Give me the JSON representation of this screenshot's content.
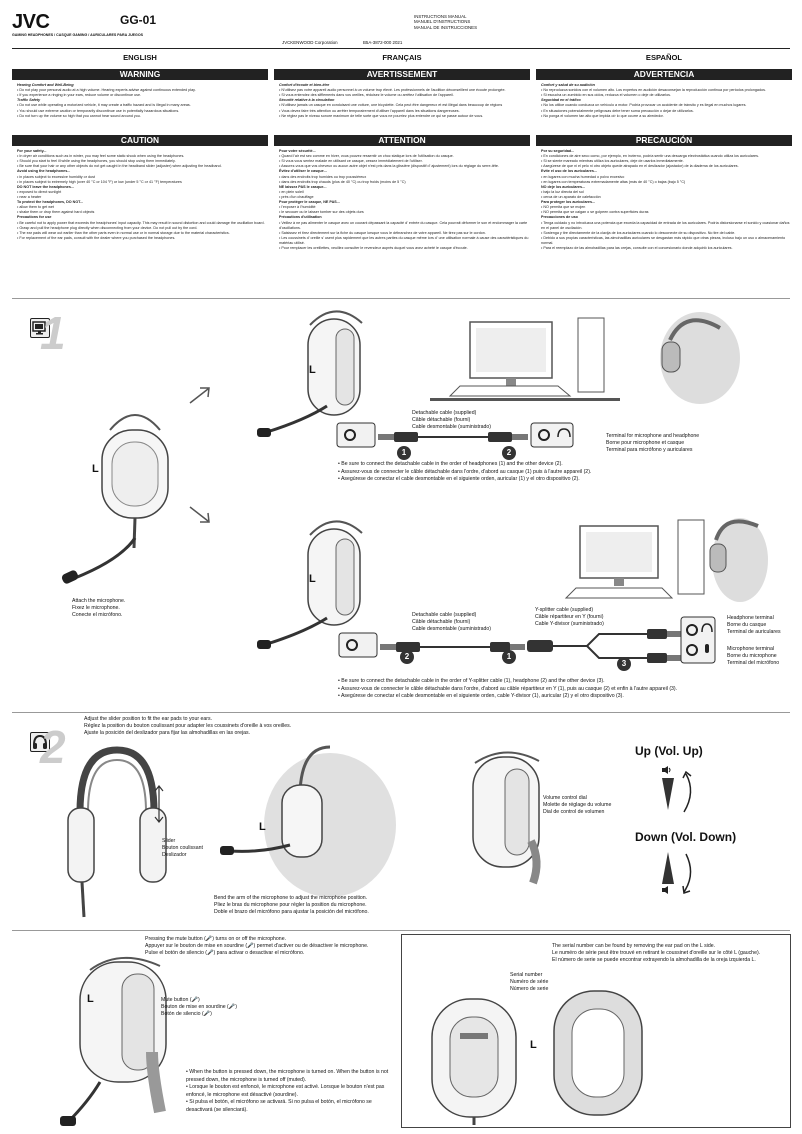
{
  "header": {
    "brand": "JVC",
    "brand_sub": "GAMING HEADPHONES / CASQUE GAMING / AURICULARES PARA JUEGOS",
    "model": "GG-01",
    "manual_lines": [
      "INSTRUCTIONS MANUAL",
      "MANUEL D'INSTRUCTIONS",
      "MANUAL DE INSTRUCCIONES"
    ],
    "corporation": "JVCKENWOOD Corporation",
    "doc_code": "B5A-3872-000 2021"
  },
  "english": {
    "lang": "ENGLISH",
    "warning": "WARNING",
    "caution": "CAUTION",
    "w1_h": "Hearing Comfort and Well-Being",
    "w1": "• Do not play your personal audio at a high volume. Hearing experts advise against continuous extended play.\n• If you experience a ringing in your ears, reduce volume or discontinue use.",
    "w2_h": "Traffic Safety",
    "w2": "• Do not use while operating a motorized vehicle, it may create a traffic hazard and is illegal in many areas.\n• You should use extreme caution or temporarily discontinue use in potentially hazardous situations.\n• Do not turn up the volume so high that you cannot hear sound around you.",
    "c_safety_h": "For your safety...",
    "c_safety": "• In dryer air conditions such as in winter, you may feel some static shock when using the headphones.\n• Should you start to feel ill while using the headphones, you should stop using them immediately.\n• Be sure that your hair or any other objects do not get caught in the headband slider (adjuster) when adjusting the headband.",
    "c_avoid_h": "Avoid using the headphones...",
    "c_avoid": "• in places subject to excessive humidity or dust\n• in places subject to extremely high (over 40 °C or 104 °F) or low (under 5 °C or 41 °F) temperatures",
    "c_leave_h": "DO NOT leave the headphones...",
    "c_leave": "• exposed to direct sunlight\n• near a heater",
    "c_protect_h": "To protect the headphones, DO NOT...",
    "c_protect": "• allow them to get wet\n• shake them or drop them against hard objects",
    "c_prec_h": "Precautions for use",
    "c_prec": "• Be careful not to apply power that exceeds the headphones' input capacity. This may result in sound distortion and could damage the oscillation board.\n• Grasp and pull the headphone plug directly when disconnecting from your device. Do not pull out by the cord.\n• The ear pads will wear out earlier than the other parts even in normal use or in normal storage due to the material characteristics.\n• For replacement of the ear pads, consult with the dealer where you purchased the headphones."
  },
  "french": {
    "lang": "FRANÇAIS",
    "warning": "AVERTISSEMENT",
    "caution": "ATTENTION",
    "w1_h": "Confort d'écoute et bien-être",
    "w1": "• N'utilisez pas votre appareil audio personnel à un volume trop élevé. Les professionnels de l'audition déconseillent une écoute prolongée.\n• Si vous entendez des sifflements dans vos oreilles, réduisez le volume ou arrêtez l'utilisation de l'appareil.",
    "w2_h": "Sécurité relative à la circulation",
    "w2": "• N'utilisez jamais un casque en conduisant une voiture, une bicyclette. Cela peut être dangereux et est illégal dans beaucoup de régions\n• Vous devez faire très attention ou arrêter temporairement d'utiliser l'appareil dans les situations dangereuses.\n• Ne réglez pas le niveau sonore maximum de telle sorte que vous ne pourriez plus entendre ce qui se passe autour de vous.",
    "c_safety_h": "Pour votre sécurité...",
    "c_safety": "• Quand l'air est sec comme en hiver, vous pouvez ressentir un choc statique lors de l'utilisation du casque.\n• Si vous vous sentez malade en utilisant ce casque, cessez immédiatement de l'utiliser.\n• Assurez-vous que vos cheveux ou aucun autre objet n'est pris dans la glissière (dispositif d' ajustement) lors du réglage du serre-tête.",
    "c_avoid_h": "Évitez d'utiliser le casque...",
    "c_avoid": "• dans des endroits trop humides ou trop poussiéreux\n• dans des endroits trop chauds (plus de 40 °C) ou trop froids (moins de 5 °C)",
    "c_leave_h": "NE laissez PAS le casque...",
    "c_leave": "• en plein soleil\n• près d'un chauffage",
    "c_protect_h": "Pour protéger le casque, NE PAS...",
    "c_protect": "• l'exposer à l'humidité\n• le secouer ou le laisser tomber sur des objets durs",
    "c_prec_h": "Précautions d'utilisation",
    "c_prec": "• Veillez à ne pas alimenter le casque avec un courant dépassant la capacité d' entrée du casque. Cela pourrait déformer le son et endommager la carte d'oscillations.\n• Saisissez et tirez directement sur la fiche du casque lorsque vous le débranchez de votre appareil. Ne tirez pas sur le cordon.\n• Les coussinets d' oreille s' usent plus rapidement que les autres parties du casque même lors d' une utilisation normale à cause des caractéristiques du matériau utilisé.\n• Pour remplacer les oreillettes, veuillez consulter le revendeur auprès duquel vous avez acheté le casque d'écoute."
  },
  "spanish": {
    "lang": "ESPAÑOL",
    "warning": "ADVERTENCIA",
    "caution": "PRECAUCIÓN",
    "w1_h": "Confort y salud de su audición",
    "w1": "• No reproduzca sonidos con el volumen alto. Los expertos en audición desaconsejan la reproducción continua por periodos prolongados.\n• Si escucha un zumbido en sus oídos, reduzca el volumen o deje de utilizarlos.",
    "w2_h": "Seguridad en el tráfico",
    "w2": "• No los utilice cuando conduzca un vehículo a motor. Podría provocar un accidente de tránsito y es ilegal en muchos lugares.\n• En situaciones potencialmente peligrosas debe tener suma precaución o dejar de utilizarlos.\n• No ponga el volumen tan alto que impida oír lo que ocurre a su alrededor.",
    "c_safety_h": "Por su seguridad...",
    "c_safety": "• En condiciones de aire seco como, por ejemplo, en invierno, podría sentir una descarga electrostática cuando utiliza los auriculares.\n• Si se siente mareado mientras utiliza los auriculares, deje de usarlos inmediatamente.\n• Asegúrese de que ni el pelo ni otro objeto quede atrapado en el deslizador (ajustador) de la diadema de los auriculares.",
    "c_avoid_h": "Evite el uso de los auriculares...",
    "c_avoid": "• en lugares con mucha humedad o polvo excesivo\n• en lugares con temperaturas extremadamente altas (más de 40 °C) o bajas (bajo 5 °C)",
    "c_leave_h": "NO deje los auriculares...",
    "c_leave": "• bajo la luz directa del sol\n• cerca de un aparato de calefacción",
    "c_protect_h": "Para proteger los auriculares...",
    "c_protect": "• NO permita que se mojen\n• NO permita que se caigan o se golpeen contra superficies duras",
    "c_prec_h": "Precauciones de uso",
    "c_prec": "• Tenga cuidado y no introduzca una potencia que exceda la capacidad de entrada de los auriculares. Podría distorsionarse el sonido y ocasionar daños en el panel de oscilación.\n• Sostenga y tire directamente de la clavija de los auriculares cuando lo desconecte de su dispositivo. No tire del cable.\n• Debido a sus propias características, las almohadillas auriculares se desgastan más rápido que otras piezas, incluso bajo un uso o almacenamiento normal.\n• Para el reemplazo de las almohadillas para las orejas, consulte con el concesionario donde adquirió los auriculares."
  },
  "step1": {
    "num": "1",
    "attach": [
      "Attach the microphone.",
      "Fixez le microphone.",
      "Conecte el micrófono."
    ],
    "cable_a": [
      "Detachable cable (supplied)",
      "Câble détachable (fourni)",
      "Cable desmontable (suministrado)"
    ],
    "terminal": [
      "Terminal for microphone and headphone",
      "Borne pour microphone et casque",
      "Terminal para micrófono y auriculares"
    ],
    "notes_a": [
      "• Be sure to connect the detachable cable in the order of headphones (1) and the other device (2).",
      "• Assurez-vous de connecter le câble détachable dans l'ordre, d'abord au casque (1) puis à l'autre appareil (2).",
      "• Asegúrese de conectar el cable desmontable en el siguiente orden, auricular (1) y el otro dispositivo (2)."
    ],
    "cable_b": [
      "Detachable cable (supplied)",
      "Câble détachable (fourni)",
      "Cable desmontable (suministrado)"
    ],
    "ysplit": [
      "Y-splitter cable (supplied)",
      "Câble répartiteur en Y (fourni)",
      "Cable Y-divisor (suministrado)"
    ],
    "hp_term": [
      "Headphone terminal",
      "Borne du casque",
      "Terminal de auriculares"
    ],
    "mic_term": [
      "Microphone terminal",
      "Borne du microphone",
      "Terminal del micrófono"
    ],
    "notes_b": [
      "• Be sure to connect the detachable cable in the order of Y-splitter cable (1), headphone (2) and the other device (3).",
      "• Assurez-vous de connecter le câble détachable dans l'ordre, d'abord au câble répartiteur en Y (1), puis au casque (2) et enfin à l'autre appareil (3).",
      "• Asegúrese de conectar el cable desmontable en el siguiente orden, cable Y-divisor (1), auricular (2) y el otro dispositivo (3)."
    ],
    "c1": "1",
    "c2": "2",
    "c3": "3",
    "side": "L"
  },
  "step2": {
    "num": "2",
    "adjust": [
      "Adjust the slider position to fit the ear pads to your ears.",
      "Réglez la position du bouton coulissant pour adapter les coussinets d'oreille à vos oreilles.",
      "Ajuste la posición del deslizador para fijar las almohadillas en las orejas."
    ],
    "slider": [
      "Slider",
      "Bouton coulissant",
      "Deslizador"
    ],
    "bend": [
      "Bend the arm of the microphone to adjust the microphone position.",
      "Pliez le bras du microphone pour régler la position du microphone.",
      "Doble el brazo del micrófono para ajustar la posición del micrófono."
    ],
    "vol_dial": [
      "Volume control dial",
      "Molette de réglage du volume",
      "Dial de control de volumen"
    ],
    "up": "Up (Vol. Up)",
    "down": "Down (Vol. Down)",
    "side": "L"
  },
  "mute": {
    "intro": [
      "Pressing the mute button (🎤) turns on or off the microphone.",
      "Appuyer sur le bouton de mise en sourdine (🎤) permet d'activer ou de désactiver le microphone.",
      "Pulse el botón de silencio (🎤) para activar o desactivar el micrófono."
    ],
    "btn": [
      "Mute button (🎤)",
      "Bouton de mise en sourdine (🎤)",
      "Botón de silencio (🎤)"
    ],
    "notes": [
      "• When the button is pressed down, the microphone is turned on. When the button is not pressed down, the microphone is turned off (muted).",
      "• Lorsque le bouton est enfoncé, le microphone est activé. Lorsque le bouton n'est pas enfoncé, le microphone est désactivé (sourdine).",
      "• Si pulsa el botón, el micrófono se activará. Si no pulsa el botón, el micrófono se desactivará (se silenciará)."
    ],
    "side": "L"
  },
  "serial": {
    "intro": [
      "The serial number can be found by removing the ear pad on the L side.",
      "Le numéro de série peut être trouvé en retirant le coussinet d'oreille sur le côté L (gauche).",
      "El número de serie se puede encontrar extrayendo la almohadilla de la oreja izquierda L."
    ],
    "label": [
      "Serial number",
      "Numéro de série",
      "Número de serie"
    ],
    "side": "L"
  }
}
